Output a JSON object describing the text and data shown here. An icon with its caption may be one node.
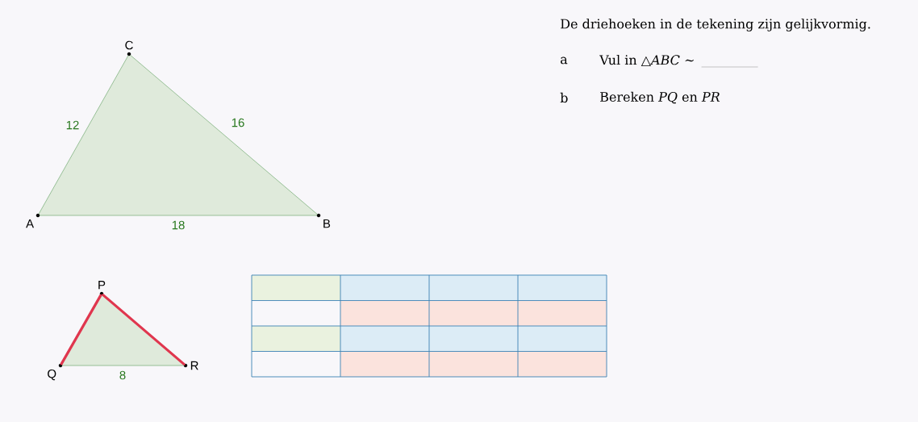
{
  "diagram": {
    "nodes": [
      {
        "text": [
          "C"
        ]
      },
      {
        "text": [
          "A"
        ]
      },
      {
        "text": [
          "B"
        ]
      },
      {
        "text": [
          "P"
        ]
      },
      {
        "text": [
          "Q"
        ]
      },
      {
        "text": [
          "R"
        ]
      }
    ],
    "edges": [
      {
        "from": 0,
        "to": 1,
        "arrow": "none",
        "label": "12"
      },
      {
        "from": 0,
        "to": 2,
        "arrow": "none",
        "label": "16"
      },
      {
        "from": 1,
        "to": 2,
        "arrow": "none",
        "label": "18"
      },
      {
        "from": 3,
        "to": 4,
        "arrow": "none",
        "style": "thick",
        "color": "#e0364e"
      },
      {
        "from": 3,
        "to": 5,
        "arrow": "none",
        "style": "thick",
        "color": "#e0364e"
      },
      {
        "from": 4,
        "to": 5,
        "arrow": "none",
        "label": "8"
      }
    ],
    "labels": [
      "De driehoeken in de tekening zijn gelijkvormig.",
      "a",
      "Vul in △*ABC* ~",
      "b",
      "Bereken *PQ* en *PR*"
    ]
  }
}
